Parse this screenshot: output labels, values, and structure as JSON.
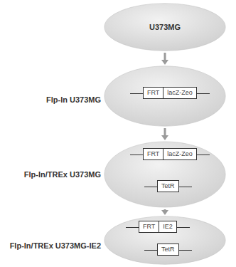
{
  "diagram": {
    "nodes": [
      {
        "text": [
          "U373MG"
        ]
      },
      {
        "text": [
          "Flp-In U373MG"
        ]
      },
      {
        "text": [
          "FRT",
          "lacZ-Zeo"
        ],
        "in": 1
      },
      {
        "text": [
          "Flp-In/TREx U373MG"
        ]
      },
      {
        "text": [
          "FRT",
          "lacZ-Zeo"
        ],
        "in": 3
      },
      {
        "text": [
          "TetR"
        ],
        "in": 3
      },
      {
        "text": [
          "Flp-In/TREx U373MG-IE2"
        ]
      },
      {
        "text": [
          "FRT",
          "IE2"
        ],
        "in": 6
      },
      {
        "text": [
          "TetR"
        ],
        "in": 6
      }
    ],
    "edges": [
      {
        "from": 0,
        "to": 1,
        "arrow": "to"
      },
      {
        "from": 1,
        "to": 3,
        "arrow": "to"
      },
      {
        "from": 3,
        "to": 6,
        "arrow": "to"
      }
    ]
  }
}
